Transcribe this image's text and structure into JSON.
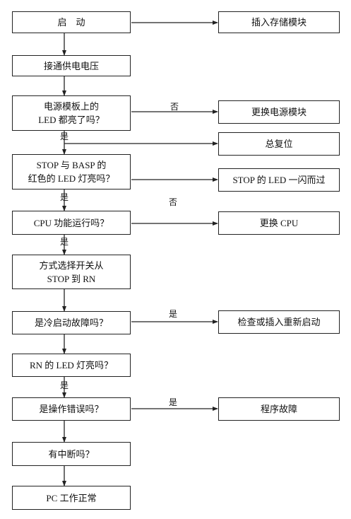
{
  "nodes": {
    "start": "启　动",
    "power": "接通供电电压",
    "led_on": "电源模板上的\nLED 都亮了吗？",
    "stop_basp": "STOP 与 BASP 的\n红色的 LED 灯亮吗？",
    "cpu_run": "CPU 功能运行吗？",
    "mode_switch": "方式选择开关从\nSTOP 到 RN",
    "cold_start": "是冷启动故障吗？",
    "rn_led": "RN 的 LED 灯亮吗？",
    "op_error": "是操作错误吗？",
    "interrupt": "有中断吗？",
    "pc_normal": "PC 工作正常",
    "insert_module": "插入存储模块",
    "replace_power": "更换电源模块",
    "reset": "总复位",
    "stop_led_flash": "STOP 的 LED 一闪而过",
    "replace_cpu": "更换 CPU",
    "check_restart": "检查或插入重新启动",
    "program_fault": "程序故障"
  },
  "labels": {
    "no_power": "否",
    "yes_reset": "是",
    "yes_stop": "是",
    "no_stop": "否",
    "yes_cpu": "是",
    "yes_cold": "是",
    "yes_rn": "是",
    "yes_op": "是"
  }
}
